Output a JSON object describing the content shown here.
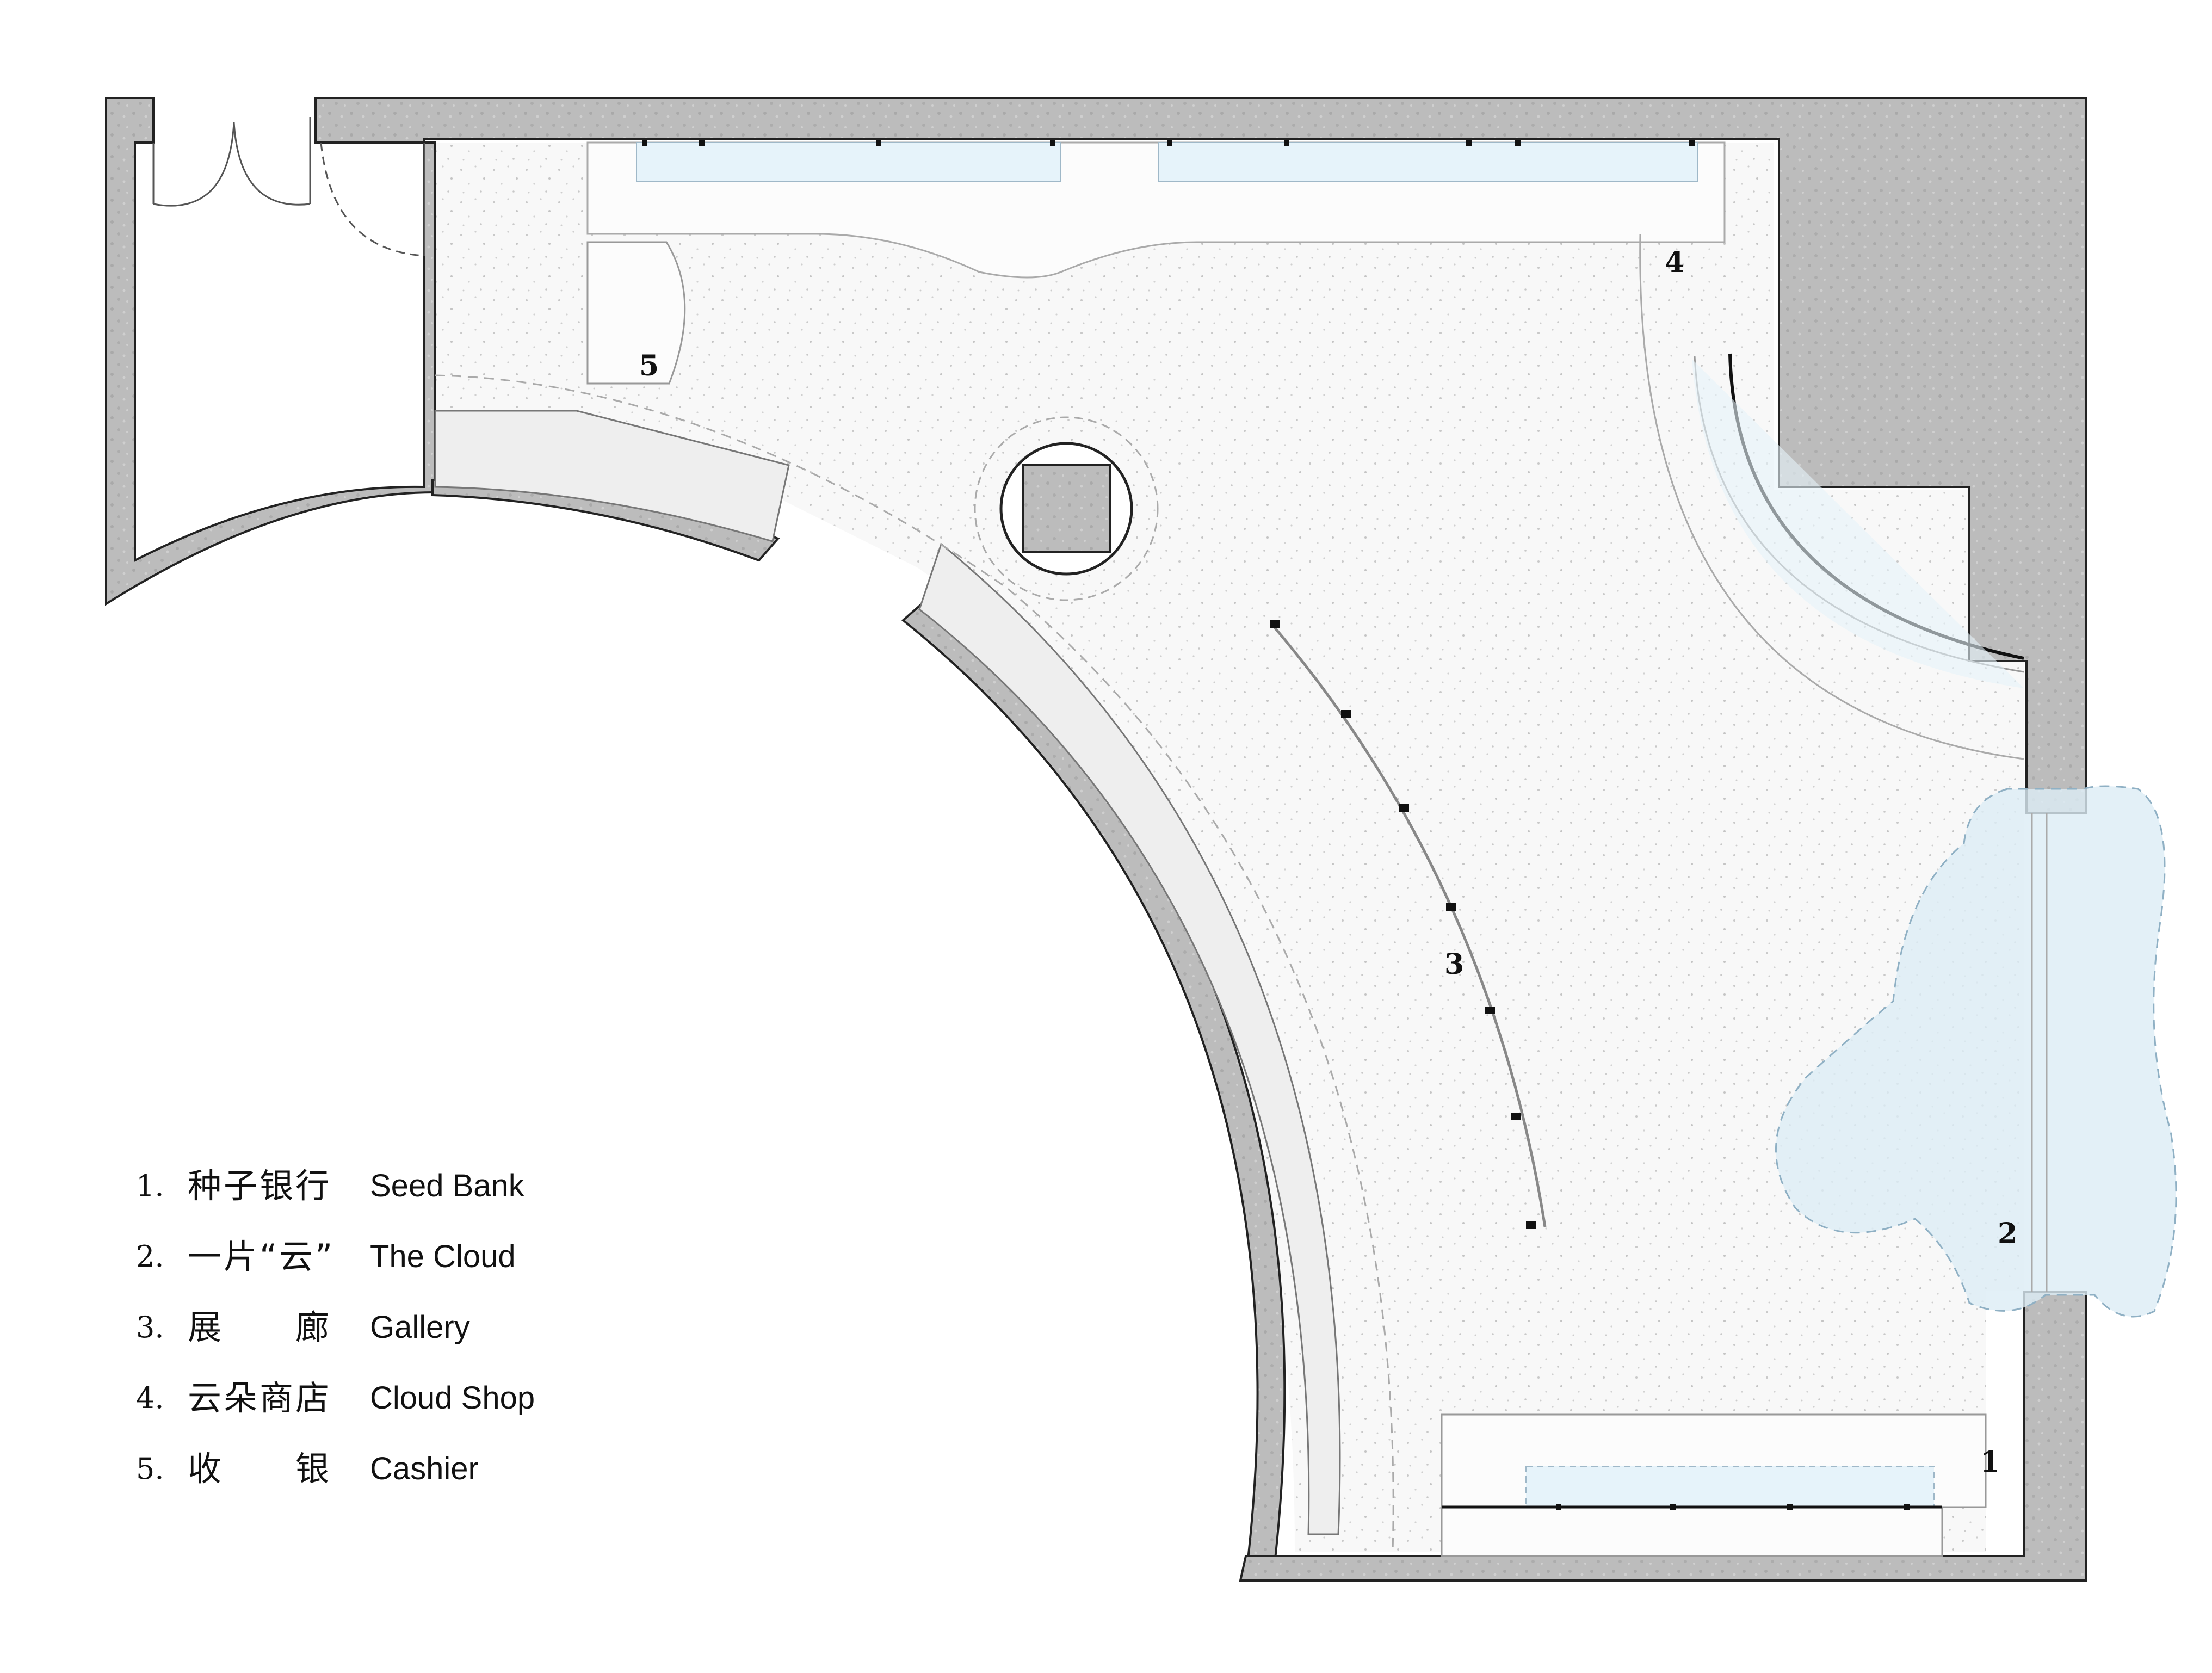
{
  "plan": {
    "markers": [
      {
        "id": "1",
        "text": "1"
      },
      {
        "id": "2",
        "text": "2"
      },
      {
        "id": "3",
        "text": "3"
      },
      {
        "id": "4",
        "text": "4"
      },
      {
        "id": "5",
        "text": "5"
      }
    ]
  },
  "legend": {
    "items": [
      {
        "num": "1.",
        "cn": "种子银行",
        "en": "Seed Bank"
      },
      {
        "num": "2.",
        "cn": "一片“云”",
        "en": "The Cloud"
      },
      {
        "num": "3.",
        "cn": "展　　廊",
        "en": "Gallery"
      },
      {
        "num": "4.",
        "cn": "云朵商店",
        "en": "Cloud Shop"
      },
      {
        "num": "5.",
        "cn": "收　　银",
        "en": "Cashier"
      }
    ]
  },
  "colors": {
    "wall": "#bdbdbd",
    "wall_outline": "#222222",
    "floor": "#f7f7f7",
    "display_glass": "#e6f3fa",
    "cloud_fill": "#dcecf5",
    "line": "#999999"
  }
}
